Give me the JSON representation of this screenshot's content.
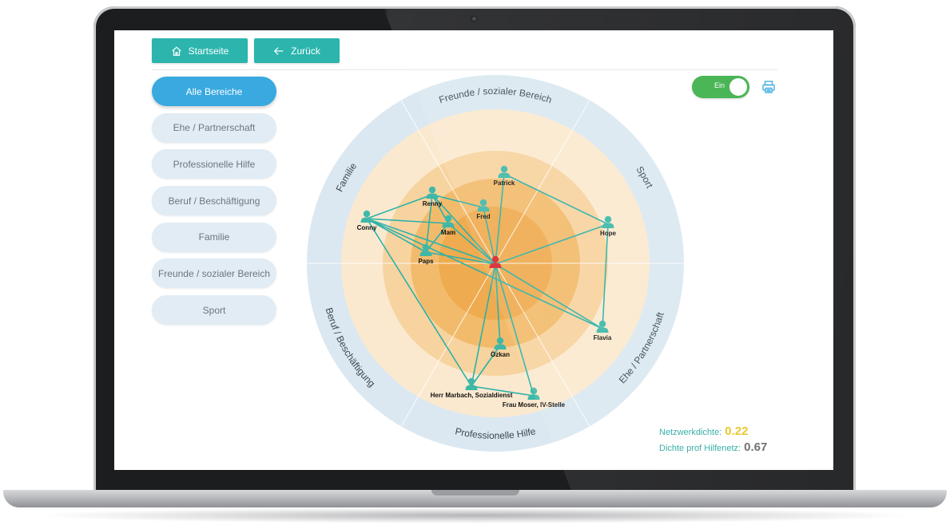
{
  "toolbar": {
    "home_label": "Startseite",
    "back_label": "Zurück"
  },
  "sidebar": {
    "items": [
      {
        "label": "Alle Bereiche",
        "active": true
      },
      {
        "label": "Ehe / Partnerschaft",
        "active": false
      },
      {
        "label": "Professionelle Hilfe",
        "active": false
      },
      {
        "label": "Beruf / Beschäftigung",
        "active": false
      },
      {
        "label": "Familie",
        "active": false
      },
      {
        "label": "Freunde / sozialer Bereich",
        "active": false
      },
      {
        "label": "Sport",
        "active": false
      }
    ]
  },
  "toggle": {
    "label": "Ein",
    "state": "on"
  },
  "icons": {
    "home": "home-icon",
    "back": "arrow-left-icon",
    "print": "printer-icon"
  },
  "colors": {
    "accent": "#2bb5ad",
    "active": "#39a9e0",
    "toggle": "#3cb049",
    "ego": "#d8262e",
    "person": "#3fb8a8",
    "ring_outer": "#dbe8f1",
    "zone_1": "#fbe9cf",
    "zone_2": "#f7d39f",
    "zone_3": "#f2bb6c",
    "zone_4": "#efab4f"
  },
  "network_map": {
    "sectors": [
      {
        "label": "Freunde / sozialer Bereich"
      },
      {
        "label": "Sport"
      },
      {
        "label": "Ehe / Partnerschaft"
      },
      {
        "label": "Professionelle Hilfe"
      },
      {
        "label": "Beruf / Beschäftigung"
      },
      {
        "label": "Familie"
      }
    ],
    "people": [
      {
        "id": "patrick",
        "label": "Patrick"
      },
      {
        "id": "renny",
        "label": "Renny"
      },
      {
        "id": "fred",
        "label": "Fred"
      },
      {
        "id": "conny",
        "label": "Conny"
      },
      {
        "id": "mam",
        "label": "Mam"
      },
      {
        "id": "paps",
        "label": "Paps"
      },
      {
        "id": "hope",
        "label": "Hope"
      },
      {
        "id": "flavia",
        "label": "Flavia"
      },
      {
        "id": "ozkan",
        "label": "Özkan"
      },
      {
        "id": "marbach",
        "label": "Herr Marbach, Sozialdienst"
      },
      {
        "id": "moser",
        "label": "Frau Moser, IV-Stelle"
      }
    ],
    "links": [
      [
        "ego",
        "patrick"
      ],
      [
        "ego",
        "renny"
      ],
      [
        "ego",
        "fred"
      ],
      [
        "ego",
        "conny"
      ],
      [
        "ego",
        "mam"
      ],
      [
        "ego",
        "paps"
      ],
      [
        "ego",
        "hope"
      ],
      [
        "ego",
        "flavia"
      ],
      [
        "ego",
        "ozkan"
      ],
      [
        "ego",
        "marbach"
      ],
      [
        "ego",
        "moser"
      ],
      [
        "renny",
        "fred"
      ],
      [
        "renny",
        "conny"
      ],
      [
        "renny",
        "paps"
      ],
      [
        "renny",
        "mam"
      ],
      [
        "conny",
        "mam"
      ],
      [
        "conny",
        "paps"
      ],
      [
        "conny",
        "flavia"
      ],
      [
        "conny",
        "marbach"
      ],
      [
        "patrick",
        "hope"
      ],
      [
        "hope",
        "flavia"
      ],
      [
        "mam",
        "paps"
      ],
      [
        "ozkan",
        "marbach"
      ],
      [
        "marbach",
        "moser"
      ]
    ]
  },
  "stats": {
    "density_label": "Netzwerkdichte:",
    "density_value": "0.22",
    "prof_label": "Dichte prof Hilfenetz:",
    "prof_value": "0.67"
  }
}
